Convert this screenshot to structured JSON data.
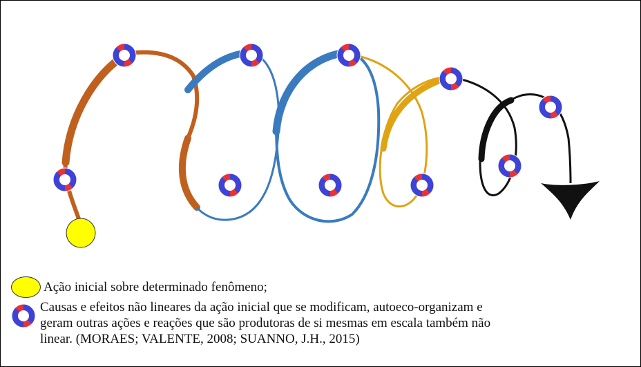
{
  "legend": {
    "item1": "Ação inicial sobre determinado fenômeno;",
    "item2_line1": "Causas e efeitos não lineares da ação inicial que se modificam, autoeco-organizam e",
    "item2_line2": "geram outras ações e reações que são produtoras de si mesmas em escala também não",
    "item2_line3": "linear. (MORAES; VALENTE, 2008; SUANNO, J.H., 2015)"
  },
  "colors": {
    "start_circle": "#ffff00",
    "loop_1": "#c0601f",
    "loop_2": "#3a7bbf",
    "loop_3": "#3a7bbf",
    "loop_4": "#e0a312",
    "loop_5": "#111111",
    "node_red": "#e8323a",
    "node_blue": "#3d43d6"
  },
  "icons": {
    "start": "yellow-circle-icon",
    "node": "cycle-ring-icon",
    "end": "arrowhead-icon"
  }
}
